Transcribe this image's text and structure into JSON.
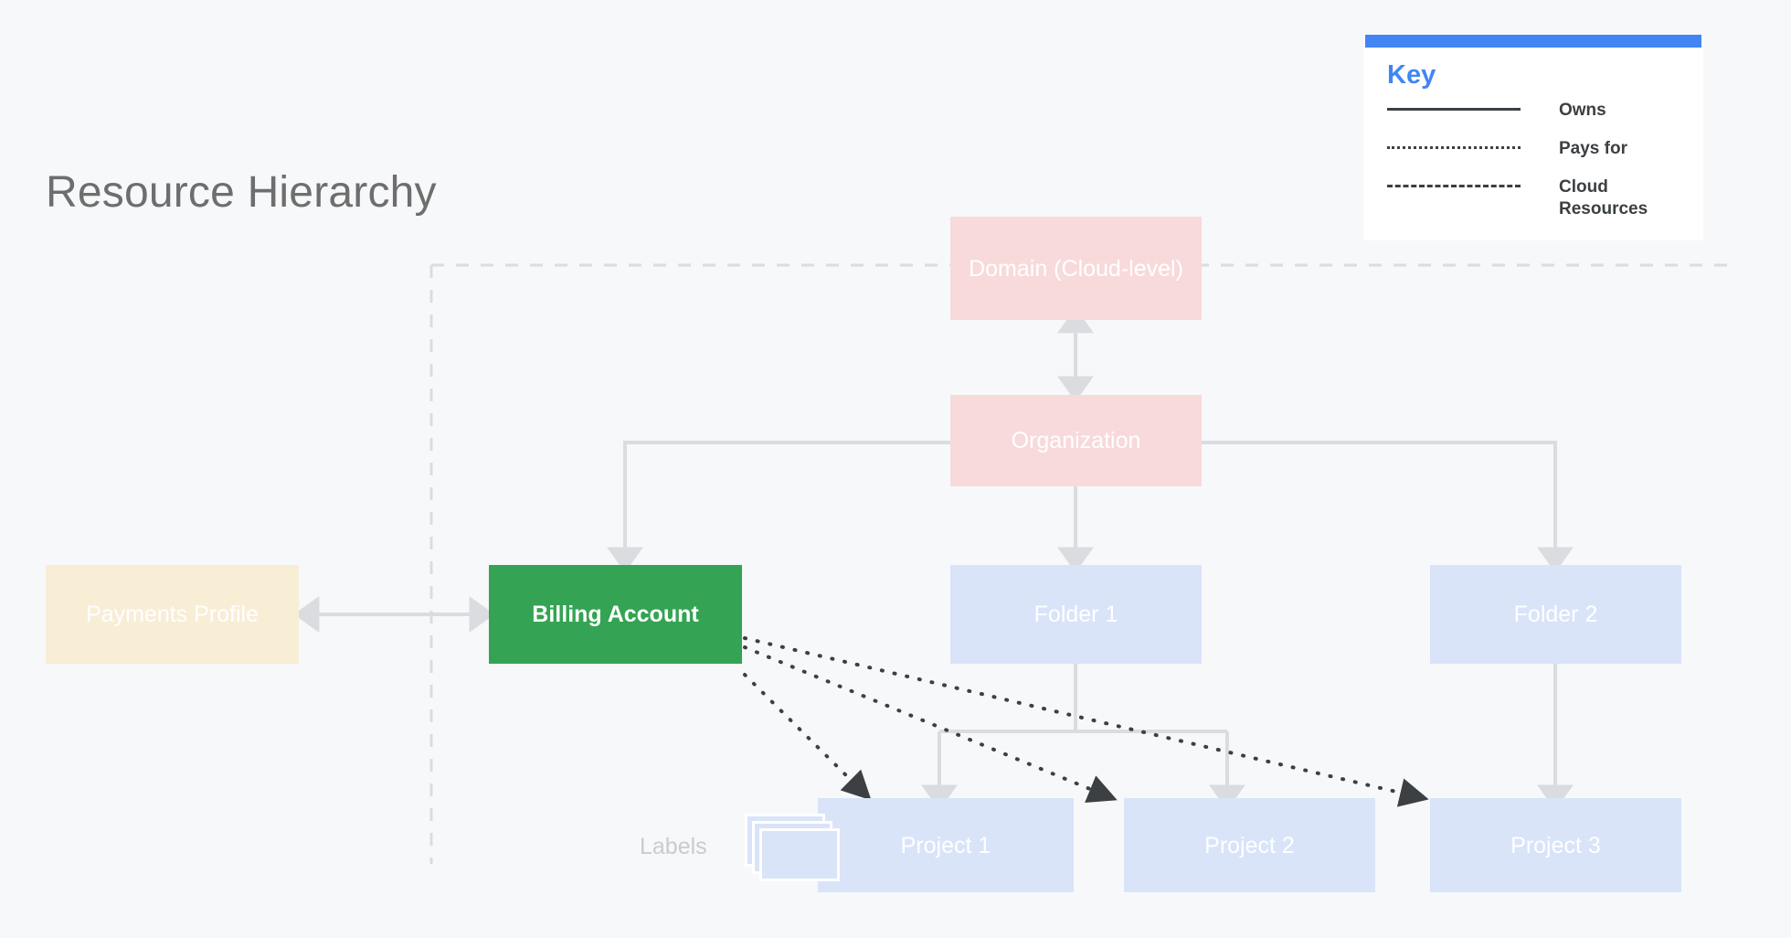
{
  "page": {
    "title": "Resource Hierarchy",
    "background_color": "#f7f8fa"
  },
  "legend": {
    "title": "Key",
    "accent_color": "#4285f4",
    "items": [
      {
        "style": "solid",
        "label": "Owns"
      },
      {
        "style": "dotted",
        "label": "Pays for"
      },
      {
        "style": "dashed",
        "label": "Cloud Resources"
      }
    ]
  },
  "diagram": {
    "labels_caption": "Labels",
    "boundary": {
      "style": "dashed",
      "name": "Cloud Resources boundary",
      "color": "#dadce0"
    },
    "nodes": [
      {
        "id": "domain",
        "label": "Domain (Cloud-level)",
        "color": "#f8dada",
        "text_color": "#ffffff"
      },
      {
        "id": "organization",
        "label": "Organization",
        "color": "#f8dada",
        "text_color": "#ffffff"
      },
      {
        "id": "payments_profile",
        "label": "Payments Profile",
        "color": "#f8eed6",
        "text_color": "#ffffff"
      },
      {
        "id": "billing_account",
        "label": "Billing Account",
        "color": "#34a353",
        "text_color": "#ffffff"
      },
      {
        "id": "folder_1",
        "label": "Folder 1",
        "color": "#d9e4f9",
        "text_color": "#ffffff"
      },
      {
        "id": "folder_2",
        "label": "Folder 2",
        "color": "#d9e4f9",
        "text_color": "#ffffff"
      },
      {
        "id": "project_1",
        "label": "Project 1",
        "color": "#d9e4f9",
        "text_color": "#ffffff"
      },
      {
        "id": "project_2",
        "label": "Project 2",
        "color": "#d9e4f9",
        "text_color": "#ffffff"
      },
      {
        "id": "project_3",
        "label": "Project 3",
        "color": "#d9e4f9",
        "text_color": "#ffffff"
      }
    ],
    "edges": [
      {
        "from": "domain",
        "to": "organization",
        "style": "solid",
        "direction": "both"
      },
      {
        "from": "payments_profile",
        "to": "billing_account",
        "style": "solid",
        "direction": "both"
      },
      {
        "from": "organization",
        "to": "billing_account",
        "style": "solid",
        "direction": "to"
      },
      {
        "from": "organization",
        "to": "folder_1",
        "style": "solid",
        "direction": "to"
      },
      {
        "from": "organization",
        "to": "folder_2",
        "style": "solid",
        "direction": "to"
      },
      {
        "from": "folder_1",
        "to": "project_1",
        "style": "solid",
        "direction": "to"
      },
      {
        "from": "folder_1",
        "to": "project_2",
        "style": "solid",
        "direction": "to"
      },
      {
        "from": "folder_2",
        "to": "project_3",
        "style": "solid",
        "direction": "to"
      },
      {
        "from": "billing_account",
        "to": "project_1",
        "style": "dotted",
        "direction": "to"
      },
      {
        "from": "billing_account",
        "to": "project_2",
        "style": "dotted",
        "direction": "to"
      },
      {
        "from": "billing_account",
        "to": "project_3",
        "style": "dotted",
        "direction": "to"
      }
    ]
  }
}
